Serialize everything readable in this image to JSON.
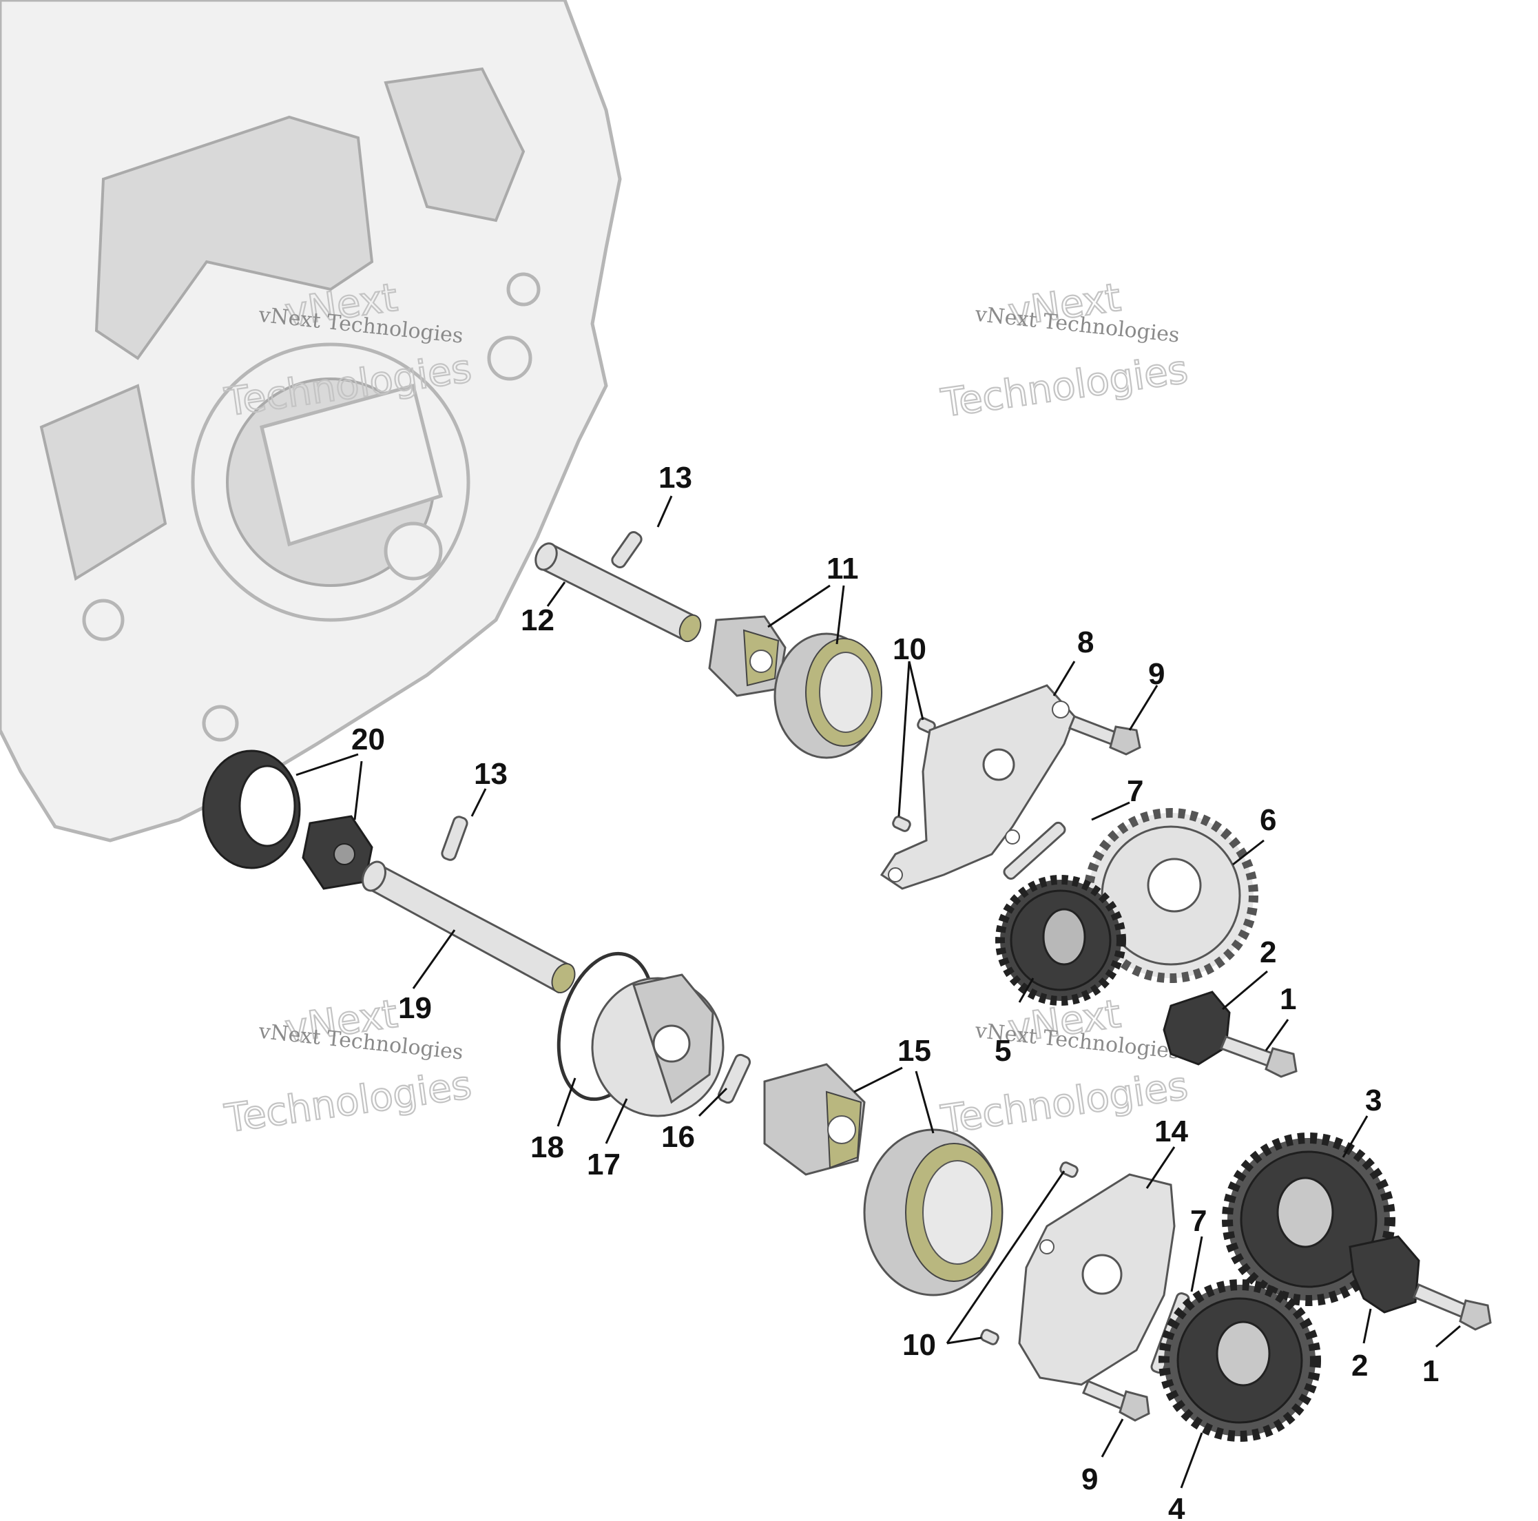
{
  "diagram": {
    "callouts": [
      {
        "id": "c1a",
        "label": "1"
      },
      {
        "id": "c1b",
        "label": "1"
      },
      {
        "id": "c2a",
        "label": "2"
      },
      {
        "id": "c2b",
        "label": "2"
      },
      {
        "id": "c3",
        "label": "3"
      },
      {
        "id": "c4",
        "label": "4"
      },
      {
        "id": "c5",
        "label": "5"
      },
      {
        "id": "c6",
        "label": "6"
      },
      {
        "id": "c7a",
        "label": "7"
      },
      {
        "id": "c7b",
        "label": "7"
      },
      {
        "id": "c8",
        "label": "8"
      },
      {
        "id": "c9a",
        "label": "9"
      },
      {
        "id": "c9b",
        "label": "9"
      },
      {
        "id": "c10a",
        "label": "10"
      },
      {
        "id": "c10b",
        "label": "10"
      },
      {
        "id": "c11",
        "label": "11"
      },
      {
        "id": "c12",
        "label": "12"
      },
      {
        "id": "c13a",
        "label": "13"
      },
      {
        "id": "c13b",
        "label": "13"
      },
      {
        "id": "c14",
        "label": "14"
      },
      {
        "id": "c15",
        "label": "15"
      },
      {
        "id": "c16",
        "label": "16"
      },
      {
        "id": "c17",
        "label": "17"
      },
      {
        "id": "c18",
        "label": "18"
      },
      {
        "id": "c19",
        "label": "19"
      },
      {
        "id": "c20",
        "label": "20"
      }
    ]
  },
  "watermark": {
    "line1": "vNext Technologies",
    "line2": "vNext",
    "line3": "Technologies"
  },
  "colors": {
    "engine_outline": "#b6b6b6",
    "part_metal": "#c9c9c9",
    "part_dark": "#3c3c3c",
    "gasket": "#b9b77f",
    "callout_text": "#111111"
  }
}
